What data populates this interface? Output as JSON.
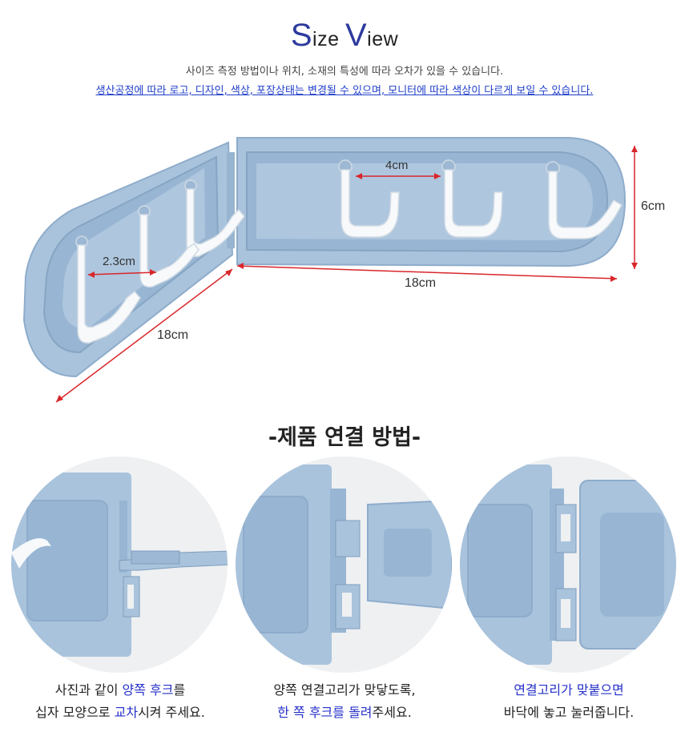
{
  "header": {
    "title_size_initial": "S",
    "title_size_rest": "ize",
    "title_view_initial": "V",
    "title_view_rest": "iew",
    "note_line1": "사이즈 측정 방법이나 위치, 소재의 특성에 따라 오차가 있을 수 있습니다.",
    "note_line2": "생산공정에 따라 로고, 디자인, 색상, 포장상태는 변경될 수 있으며, 모니터에 따라 색상이 다르게 보일 수 있습니다."
  },
  "dimensions": {
    "hook_gap_right": "4cm",
    "hook_gap_left": "2.3cm",
    "height": "6cm",
    "length_right": "18cm",
    "length_left": "18cm"
  },
  "connect": {
    "title": "-제품 연결 방법-",
    "steps": [
      {
        "line1_pre": "사진과 같이 ",
        "line1_hl": "양쪽 후크",
        "line1_post": "를",
        "line2_pre": "십자 모양으로 ",
        "line2_hl": "교차",
        "line2_post": "시켜 주세요."
      },
      {
        "line1_pre": "양쪽 연결고리가 맞닿도록,",
        "line1_hl": "",
        "line1_post": "",
        "line2_pre": "",
        "line2_hl": "한 쪽 후크를 돌려",
        "line2_post": "주세요."
      },
      {
        "line1_pre": "",
        "line1_hl": "연결고리가 맞붙으면",
        "line1_post": "",
        "line2_pre": "바닥에 놓고 눌러줍니다.",
        "line2_hl": "",
        "line2_post": ""
      }
    ]
  },
  "colors": {
    "product_blue": "#a9c3dc",
    "product_blue_dark": "#8eaccb",
    "hook_white": "#f7f9fb",
    "arrow_red": "#d9262b",
    "highlight_blue": "#2530c8"
  }
}
